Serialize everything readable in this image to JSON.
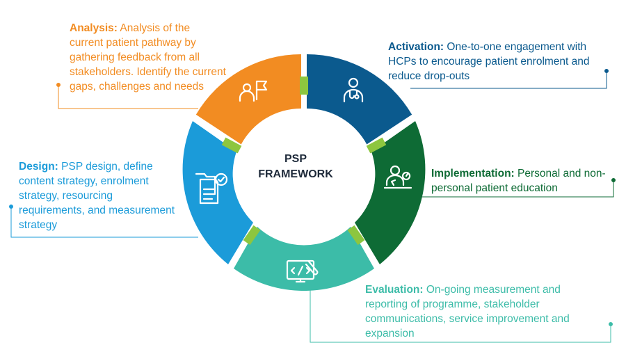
{
  "center": {
    "line1": "PSP",
    "line2": "FRAMEWORK"
  },
  "stages": {
    "analysis": {
      "title": "Analysis:",
      "text": "Analysis of the current patient pathway by gathering feedback from all stakeholders. Identify the current gaps, challenges and needs",
      "color": "#F28C22",
      "icon": "person-flag-icon"
    },
    "activation": {
      "title": "Activation:",
      "text": "One-to-one engagement with HCPs to encourage patient enrolment and reduce drop-outs",
      "color": "#0B5A8E",
      "icon": "doctor-stethoscope-icon"
    },
    "implementation": {
      "title": "Implementation:",
      "text": "Personal and non-personal patient education",
      "color": "#0E6B35",
      "icon": "teacher-apple-icon"
    },
    "evaluation": {
      "title": "Evaluation:",
      "text": "On-going measurement and reporting of programme, stakeholder communications, service improvement and expansion",
      "color": "#3CBCA8",
      "icon": "monitor-code-wrench-icon"
    },
    "design": {
      "title": "Design:",
      "text": "PSP design, define content strategy, enrolment strategy, resourcing requirements, and measurement strategy",
      "color": "#1B9BD9",
      "icon": "folder-check-icon"
    }
  },
  "colors": {
    "connector": "#8DC63F",
    "center_text": "#1E2A3A"
  }
}
